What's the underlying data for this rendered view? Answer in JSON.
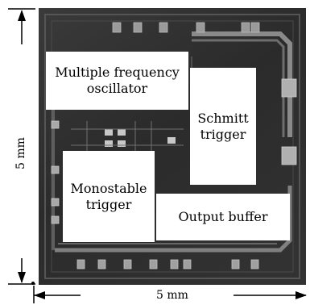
{
  "image": {
    "subject": "chip-die-micrograph",
    "blocks": [
      {
        "id": "osc",
        "label": "Multiple frequency\noscillator"
      },
      {
        "id": "schmitt",
        "label": "Schmitt\ntrigger"
      },
      {
        "id": "mono",
        "label": "Monostable\ntrigger"
      },
      {
        "id": "outbuf",
        "label": "Output buffer"
      }
    ],
    "dimensions": {
      "vertical": "5 mm",
      "horizontal": "5 mm"
    }
  }
}
